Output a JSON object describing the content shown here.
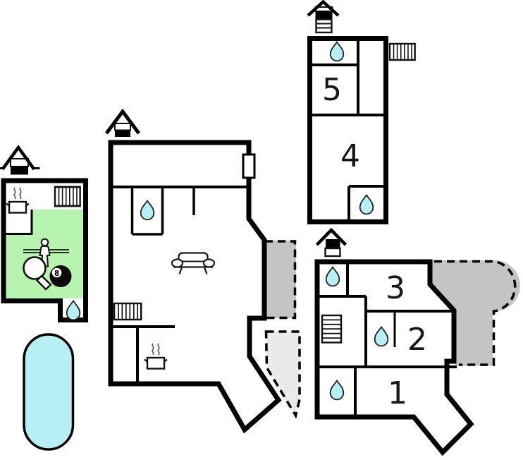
{
  "rooms": {
    "r1": "1",
    "r2": "2",
    "r3": "3",
    "r4": "4",
    "r5": "5"
  },
  "billiard_ball": {
    "label": "8"
  },
  "colors": {
    "water": "#b6f0f5",
    "lawn_green": "#b7f4b0",
    "terrace_dark": "#c4c4c4",
    "terrace_light": "#eaeaea",
    "wall": "#000000"
  }
}
